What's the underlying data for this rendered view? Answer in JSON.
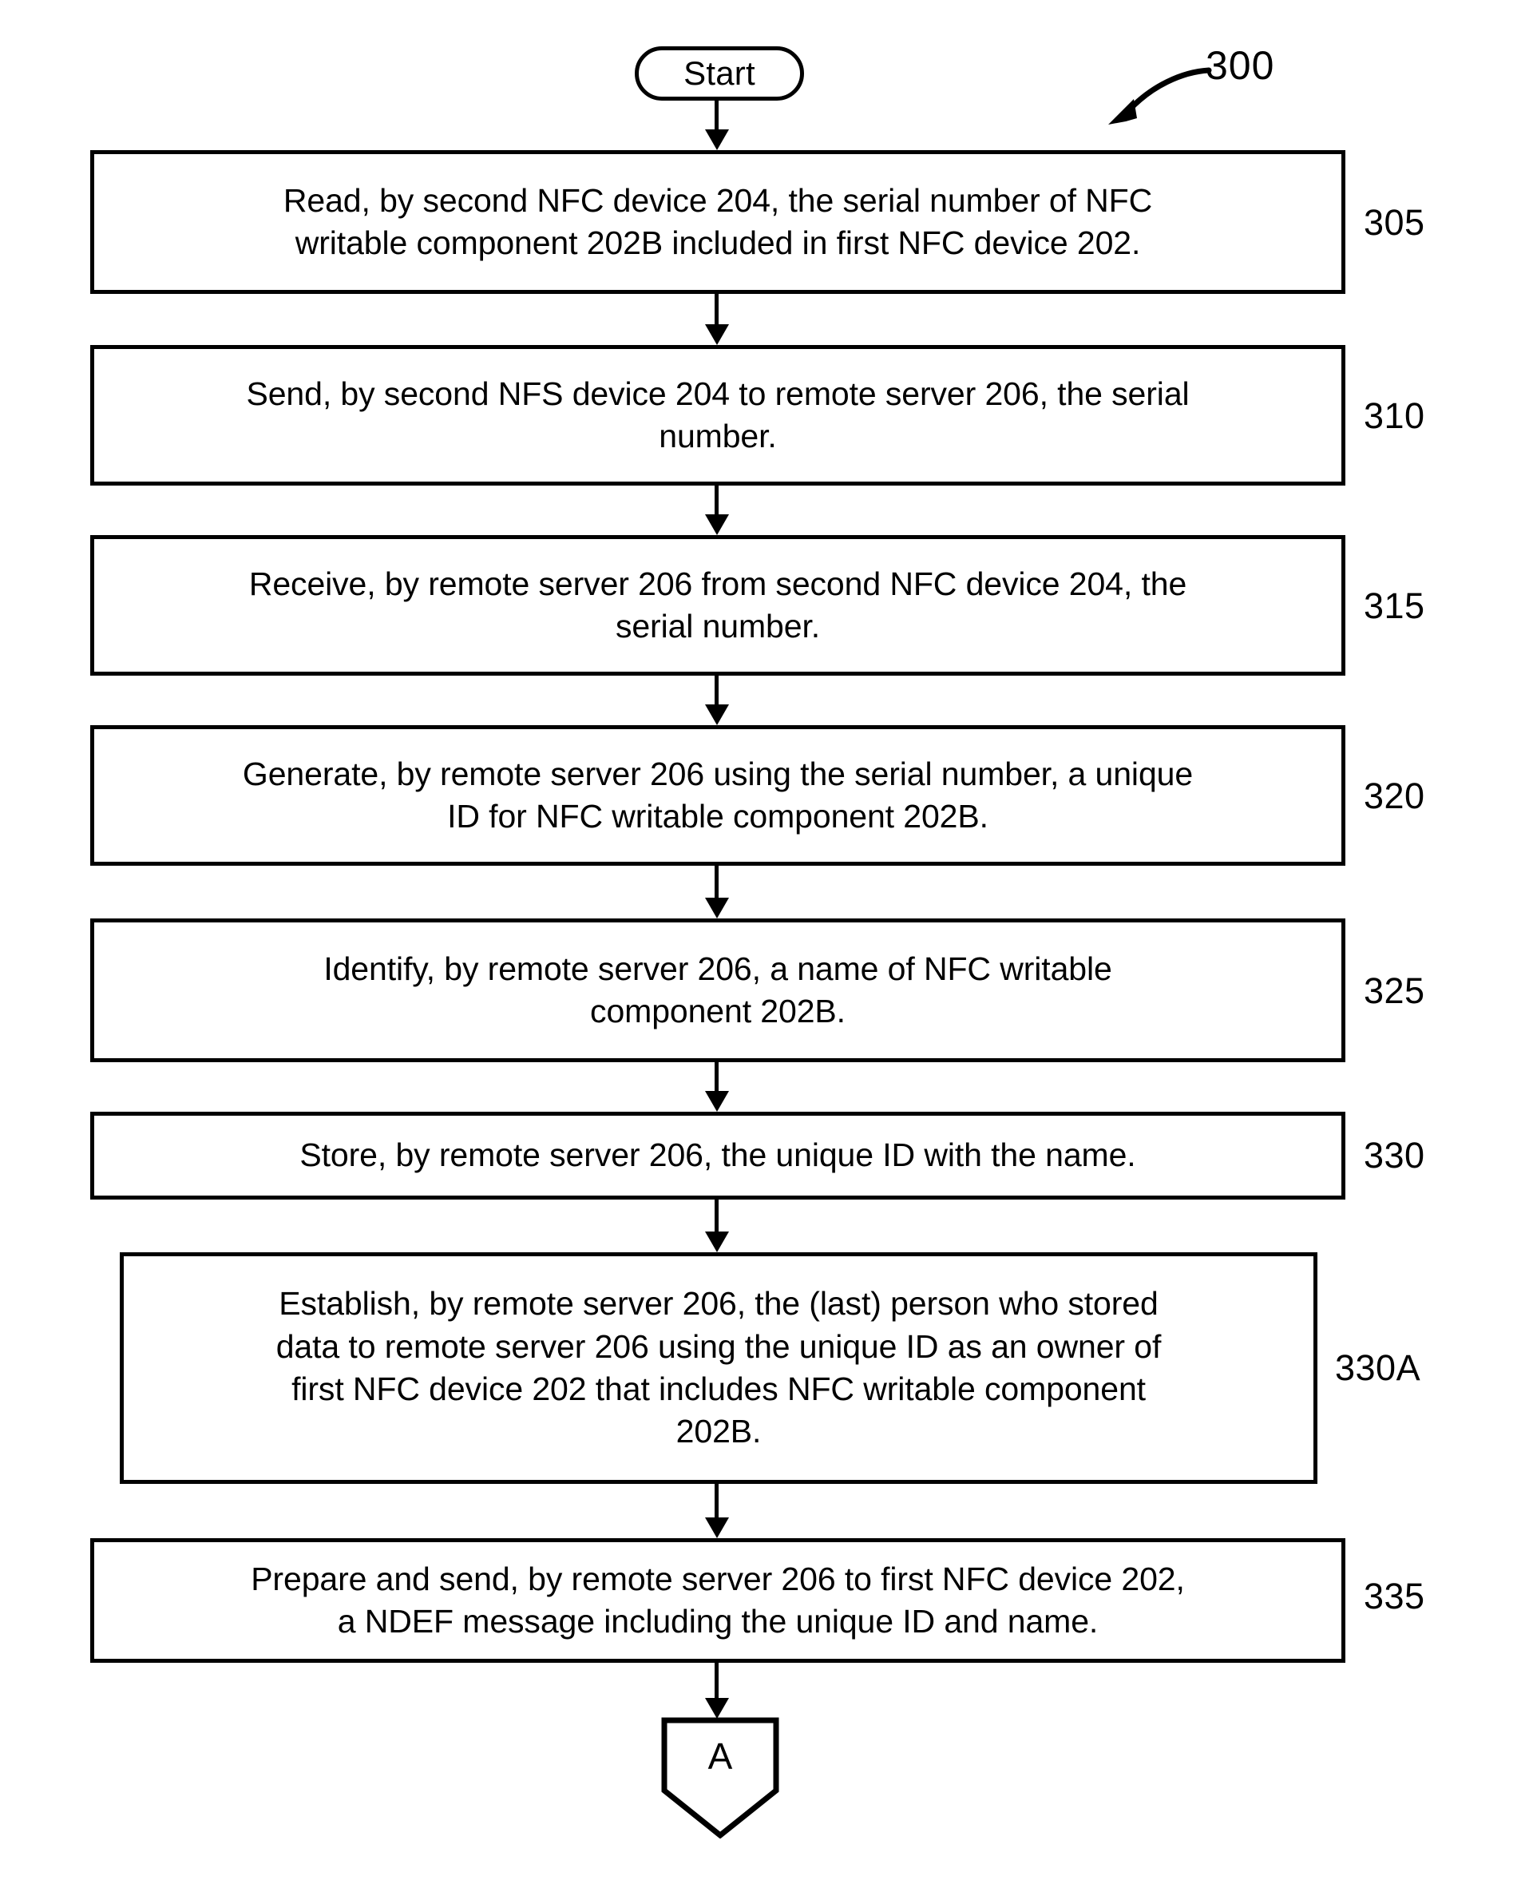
{
  "figure": {
    "number": "300",
    "start_label": "Start",
    "offpage_connector_label": "A"
  },
  "steps": [
    {
      "id": "305",
      "lines": [
        "Read, by second NFC device 204, the serial number of NFC",
        "writable component 202B included in first NFC device 202."
      ]
    },
    {
      "id": "310",
      "lines": [
        "Send, by second NFS device 204 to remote server 206, the serial",
        "number."
      ]
    },
    {
      "id": "315",
      "lines": [
        "Receive, by remote server 206 from second NFC device 204, the",
        "serial number."
      ]
    },
    {
      "id": "320",
      "lines": [
        "Generate, by remote server 206 using the serial number, a unique",
        "ID for NFC writable component 202B."
      ]
    },
    {
      "id": "325",
      "lines": [
        "Identify, by remote server 206, a name of NFC writable",
        "component 202B."
      ]
    },
    {
      "id": "330",
      "lines": [
        "Store, by remote server 206, the unique ID with the name."
      ]
    },
    {
      "id": "330A",
      "lines": [
        "Establish, by remote server 206, the (last) person who stored",
        "data to remote server 206 using the unique ID as an owner of",
        "first NFC device 202 that includes NFC writable component",
        "202B."
      ]
    },
    {
      "id": "335",
      "lines": [
        "Prepare and send, by remote server 206 to first NFC device 202,",
        "a NDEF message including the unique ID and name."
      ]
    }
  ],
  "colors": {
    "stroke": "#000000",
    "background": "#ffffff"
  }
}
